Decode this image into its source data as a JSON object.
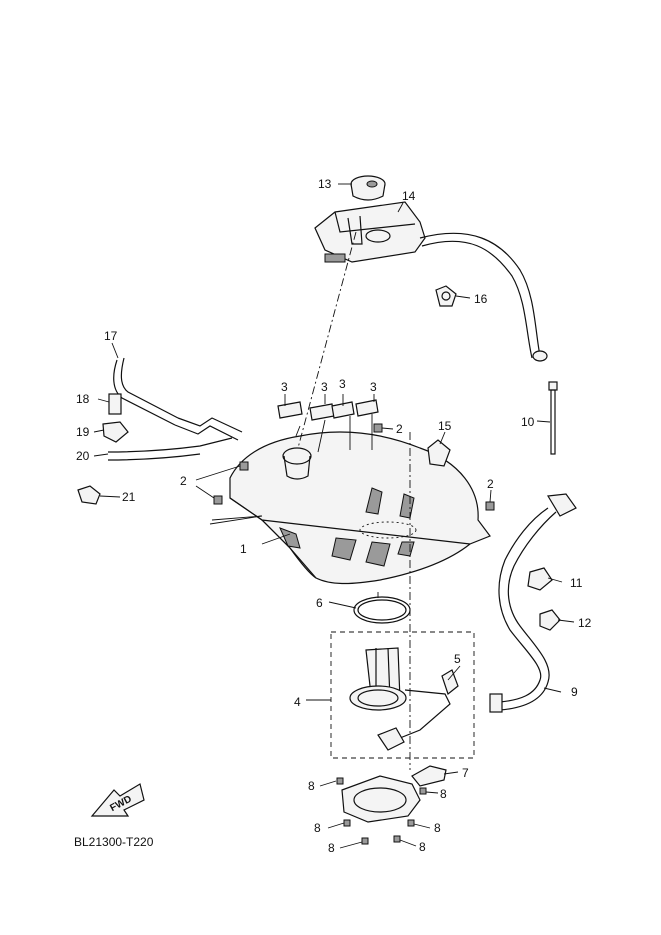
{
  "diagram_code": "BL21300-T220",
  "fwd_label": "FWD",
  "callouts": {
    "c1": "1",
    "c2a": "2",
    "c2b": "2",
    "c2c": "2",
    "c3a": "3",
    "c3b": "3",
    "c3c": "3",
    "c3d": "3",
    "c4": "4",
    "c5": "5",
    "c6": "6",
    "c7": "7",
    "c8a": "8",
    "c8b": "8",
    "c8c": "8",
    "c8d": "8",
    "c8e": "8",
    "c8f": "8",
    "c9": "9",
    "c10": "10",
    "c11": "11",
    "c12": "12",
    "c13": "13",
    "c14": "14",
    "c15": "15",
    "c16": "16",
    "c17": "17",
    "c18": "18",
    "c19": "19",
    "c20": "20",
    "c21": "21"
  }
}
